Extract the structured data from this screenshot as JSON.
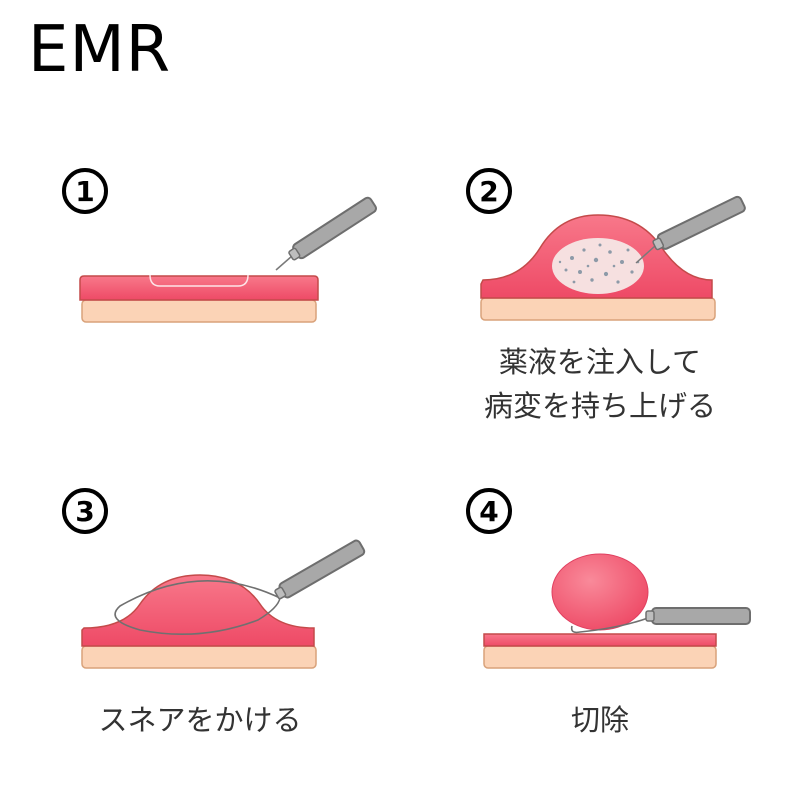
{
  "title": "EMR",
  "steps": [
    {
      "number": "1",
      "caption": ""
    },
    {
      "number": "2",
      "caption": "薬液を注入して\n病変を持ち上げる"
    },
    {
      "number": "3",
      "caption": "スネアをかける"
    },
    {
      "number": "4",
      "caption": "切除"
    }
  ],
  "colors": {
    "mucosa": "#f0506a",
    "mucosa_light": "#f8788a",
    "submucosa": "#fbd3b6",
    "outline": "#c44a4a",
    "instrument": "#a8a8a8",
    "instrument_outline": "#6e6e6e",
    "injected_fluid": "#f6e0e0",
    "fluid_dots": "#8d9aa8",
    "caption_text": "#333333"
  },
  "icons": [
    "endoscope-needle-icon",
    "snare-wire-icon"
  ]
}
